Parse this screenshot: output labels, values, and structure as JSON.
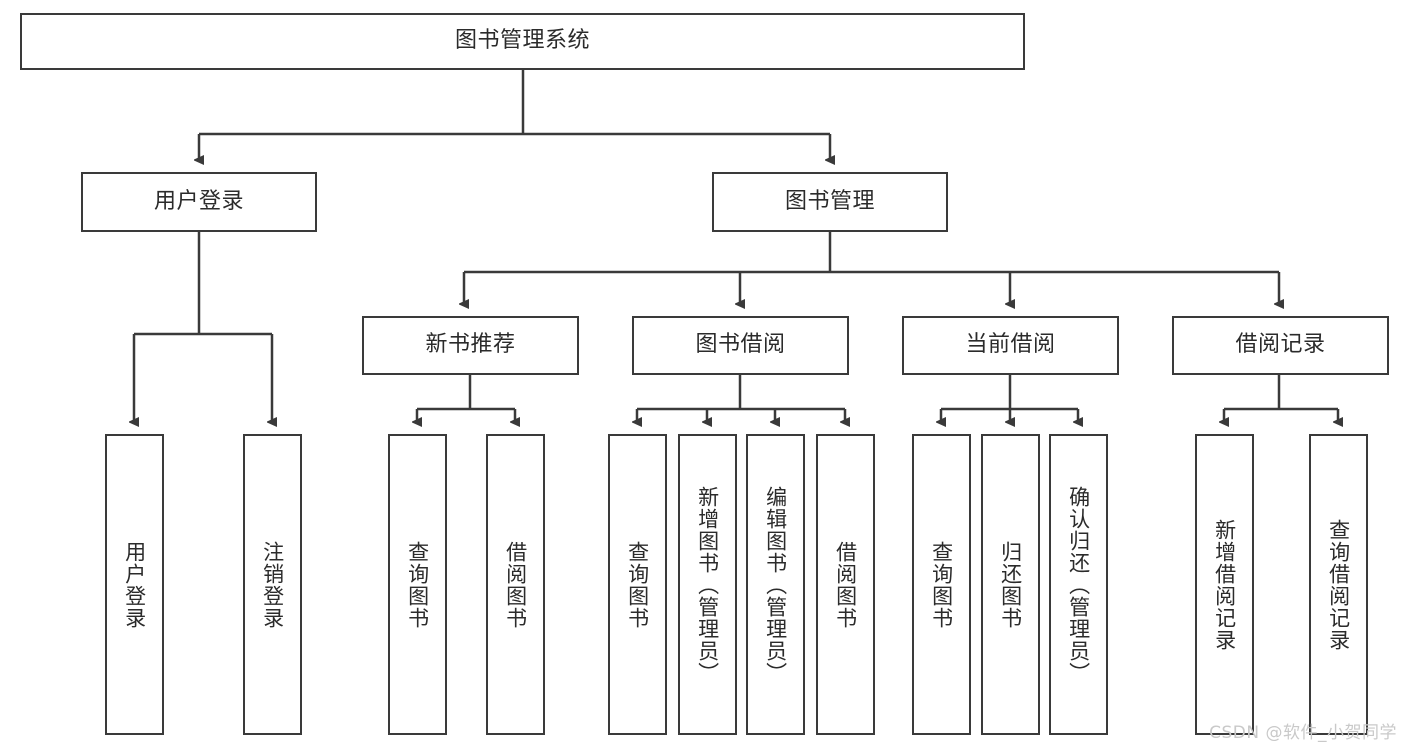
{
  "diagram": {
    "type": "hierarchy-tree",
    "title": "图书管理系统",
    "watermark": "CSDN @软件_小贺同学",
    "colors": {
      "stroke": "#3a3a3a",
      "fill": "#ffffff",
      "text": "#2b2b2b",
      "watermark": "#c9c9c9"
    },
    "levels": {
      "root": {
        "label": "图书管理系统"
      },
      "level2": [
        {
          "key": "user_login",
          "label": "用户登录"
        },
        {
          "key": "book_manage",
          "label": "图书管理"
        }
      ],
      "level3": [
        {
          "key": "new_book_rec",
          "label": "新书推荐"
        },
        {
          "key": "book_borrow",
          "label": "图书借阅"
        },
        {
          "key": "current_borrow",
          "label": "当前借阅"
        },
        {
          "key": "borrow_record",
          "label": "借阅记录"
        }
      ],
      "leaves": {
        "user_login": [
          {
            "label": "用户登录"
          },
          {
            "label": "注销登录"
          }
        ],
        "new_book_rec": [
          {
            "label": "查询图书"
          },
          {
            "label": "借阅图书"
          }
        ],
        "book_borrow": [
          {
            "label": "查询图书"
          },
          {
            "label": "新增图书（管理员）"
          },
          {
            "label": "编辑图书（管理员）"
          },
          {
            "label": "借阅图书"
          }
        ],
        "current_borrow": [
          {
            "label": "查询图书"
          },
          {
            "label": "归还图书"
          },
          {
            "label": "确认归还（管理员）"
          }
        ],
        "borrow_record": [
          {
            "label": "新增借阅记录"
          },
          {
            "label": "查询借阅记录"
          }
        ]
      }
    }
  }
}
